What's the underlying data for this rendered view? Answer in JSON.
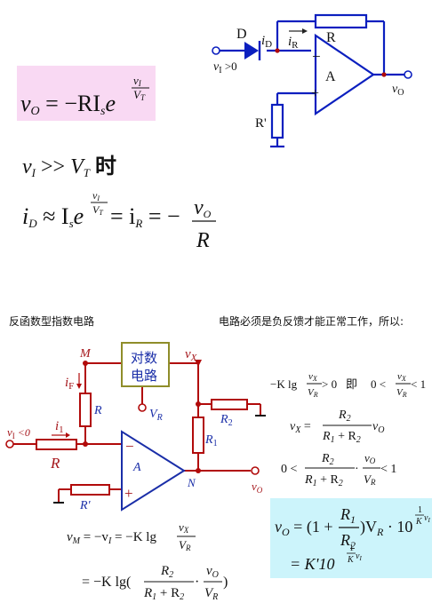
{
  "top_circuit": {
    "diode_label": "D",
    "current_label": "i",
    "current_sub": "D",
    "feedback_current": "i",
    "feedback_current_sub": "R",
    "resistor_label": "R",
    "opamp_label": "A",
    "input_label": "v",
    "input_sub": "I",
    "input_cond": " >0",
    "output_label": "v",
    "output_sub": "O",
    "ground_res_label": "R'",
    "minus": "−",
    "plus": "+"
  },
  "formula1": {
    "lhs": "v",
    "lhs_sub": "O",
    "mid": " = −RI",
    "mid_sub": "s",
    "e": "e",
    "exp_num": "v",
    "exp_num_sub": "I",
    "exp_den": "V",
    "exp_den_sub": "T"
  },
  "condition": {
    "v": "v",
    "v_sub": "I",
    "op": " >> ",
    "V": "V",
    "V_sub": "T",
    "shi": "时"
  },
  "formula2": {
    "i": "i",
    "i_sub": "D",
    "approx": " ≈ I",
    "I_sub": "s",
    "e": "e",
    "exp_num": "v",
    "exp_num_sub": "I",
    "exp_den": "V",
    "exp_den_sub": "T",
    "eq": " = i",
    "iR_sub": "R",
    "eq2": " = −",
    "frac_num": "v",
    "frac_num_sub": "O",
    "frac_den": "R"
  },
  "section_left_title": "反函数型指数电路",
  "section_right_title": "电路必须是负反馈才能正常工作，所以:",
  "bottom_circuit": {
    "node_m": "M",
    "node_n": "N",
    "log_box_line1": "对数",
    "log_box_line2": "电路",
    "vx": "v",
    "vx_sub": "X",
    "vr": "V",
    "vr_sub": "R",
    "if_label": "i",
    "if_sub": "F",
    "r_label": "R",
    "i1_label": "i",
    "i1_sub": "1",
    "r_in_label": "R",
    "vi_label": "v",
    "vi_sub": "I",
    "vi_cond": " <0",
    "r2_label": "R",
    "r2_sub": "2",
    "r1_label": "R",
    "r1_sub": "1",
    "a_label": "A",
    "rprime_label": "R'",
    "vo_label": "v",
    "vo_sub": "O",
    "minus": "−",
    "plus": "+"
  },
  "eq_vm": {
    "line1_lhs": "v",
    "line1_lhs_sub": "M",
    "line1_mid": " = −v",
    "line1_mid_sub": "I",
    "line1_rhs": " = −K lg",
    "line1_frac_num": "v",
    "line1_frac_num_sub": "X",
    "line1_frac_den": "V",
    "line1_frac_den_sub": "R",
    "line2_pre": "= −K lg(",
    "line2_f1_num": "R",
    "line2_f1_num_sub": "2",
    "line2_f1_den": "R",
    "line2_f1_den_sub1": "1",
    "line2_f1_den_mid": " + R",
    "line2_f1_den_sub2": "2",
    "line2_dot": " · ",
    "line2_f2_num": "v",
    "line2_f2_num_sub": "O",
    "line2_f2_den": "V",
    "line2_f2_den_sub": "R",
    "line2_post": ")"
  },
  "right_eqs": {
    "r1_pre": "−K lg",
    "r1_num": "v",
    "r1_num_sub": "X",
    "r1_den": "V",
    "r1_den_sub": "R",
    "r1_gt": " > 0",
    "r1_ji": "即",
    "r1_b_pre": "0 <",
    "r1_b_lt": " < 1",
    "r2_lhs": "v",
    "r2_lhs_sub": "X",
    "r2_eq": " =",
    "r2_num": "R",
    "r2_num_sub": "2",
    "r2_den_a": "R",
    "r2_den_a_sub": "1",
    "r2_den_mid": " + R",
    "r2_den_b_sub": "2",
    "r2_v": "v",
    "r2_v_sub": "O",
    "r3_pre": "0 <",
    "r3_dot": " · ",
    "r3_num2": "v",
    "r3_num2_sub": "O",
    "r3_den2": "V",
    "r3_den2_sub": "R",
    "r3_post": " < 1"
  },
  "final_eq": {
    "lhs": "v",
    "lhs_sub": "O",
    "eq": " = (1 +",
    "num": "R",
    "num_sub": "1",
    "den": "R",
    "den_sub": "2",
    "close": ")V",
    "close_sub": "R",
    "dot10": " · 10",
    "exp": "1",
    "exp_den": "K",
    "exp_v": "v",
    "exp_v_sub": "I",
    "line2": "= K'10",
    "line2_exp": "1",
    "line2_exp_den": "K",
    "line2_exp_v": "v",
    "line2_exp_v_sub": "I"
  },
  "colors": {
    "wire_blue": "#0b1fbf",
    "wire_red": "#b10a0a",
    "pink_bg": "#f9d9f3",
    "cyan_bg": "#ccf4fb",
    "olive": "#8f8d2a",
    "label_blue": "#1a2ea8",
    "label_red": "#a5161b"
  }
}
